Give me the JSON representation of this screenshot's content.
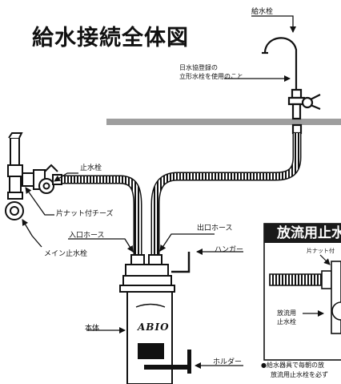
{
  "title": "給水接続全体図",
  "labels": {
    "faucet": "給水栓",
    "faucet_note_1": "日水協登録の",
    "faucet_note_2": "立形水栓を使用のこと",
    "stop_valve": "止水栓",
    "tee": "片ナット付チーズ",
    "inlet_hose": "入口ホース",
    "main_valve": "メイン止水栓",
    "outlet_hose": "出口ホース",
    "hanger": "ハンガー",
    "body": "本体",
    "holder": "ホルダー",
    "logo": "ABIO"
  },
  "panel": {
    "title": "放流用止水",
    "nut_label": "片ナット付",
    "valve_label_1": "放流用",
    "valve_label_2": "止水栓",
    "note_1": "●給水器具で毎朝の放",
    "note_2": "放流用止水栓を必ず"
  },
  "colors": {
    "counter": "#9e9e9e",
    "panel_header": "#1a1a1a",
    "ink": "#111111"
  }
}
